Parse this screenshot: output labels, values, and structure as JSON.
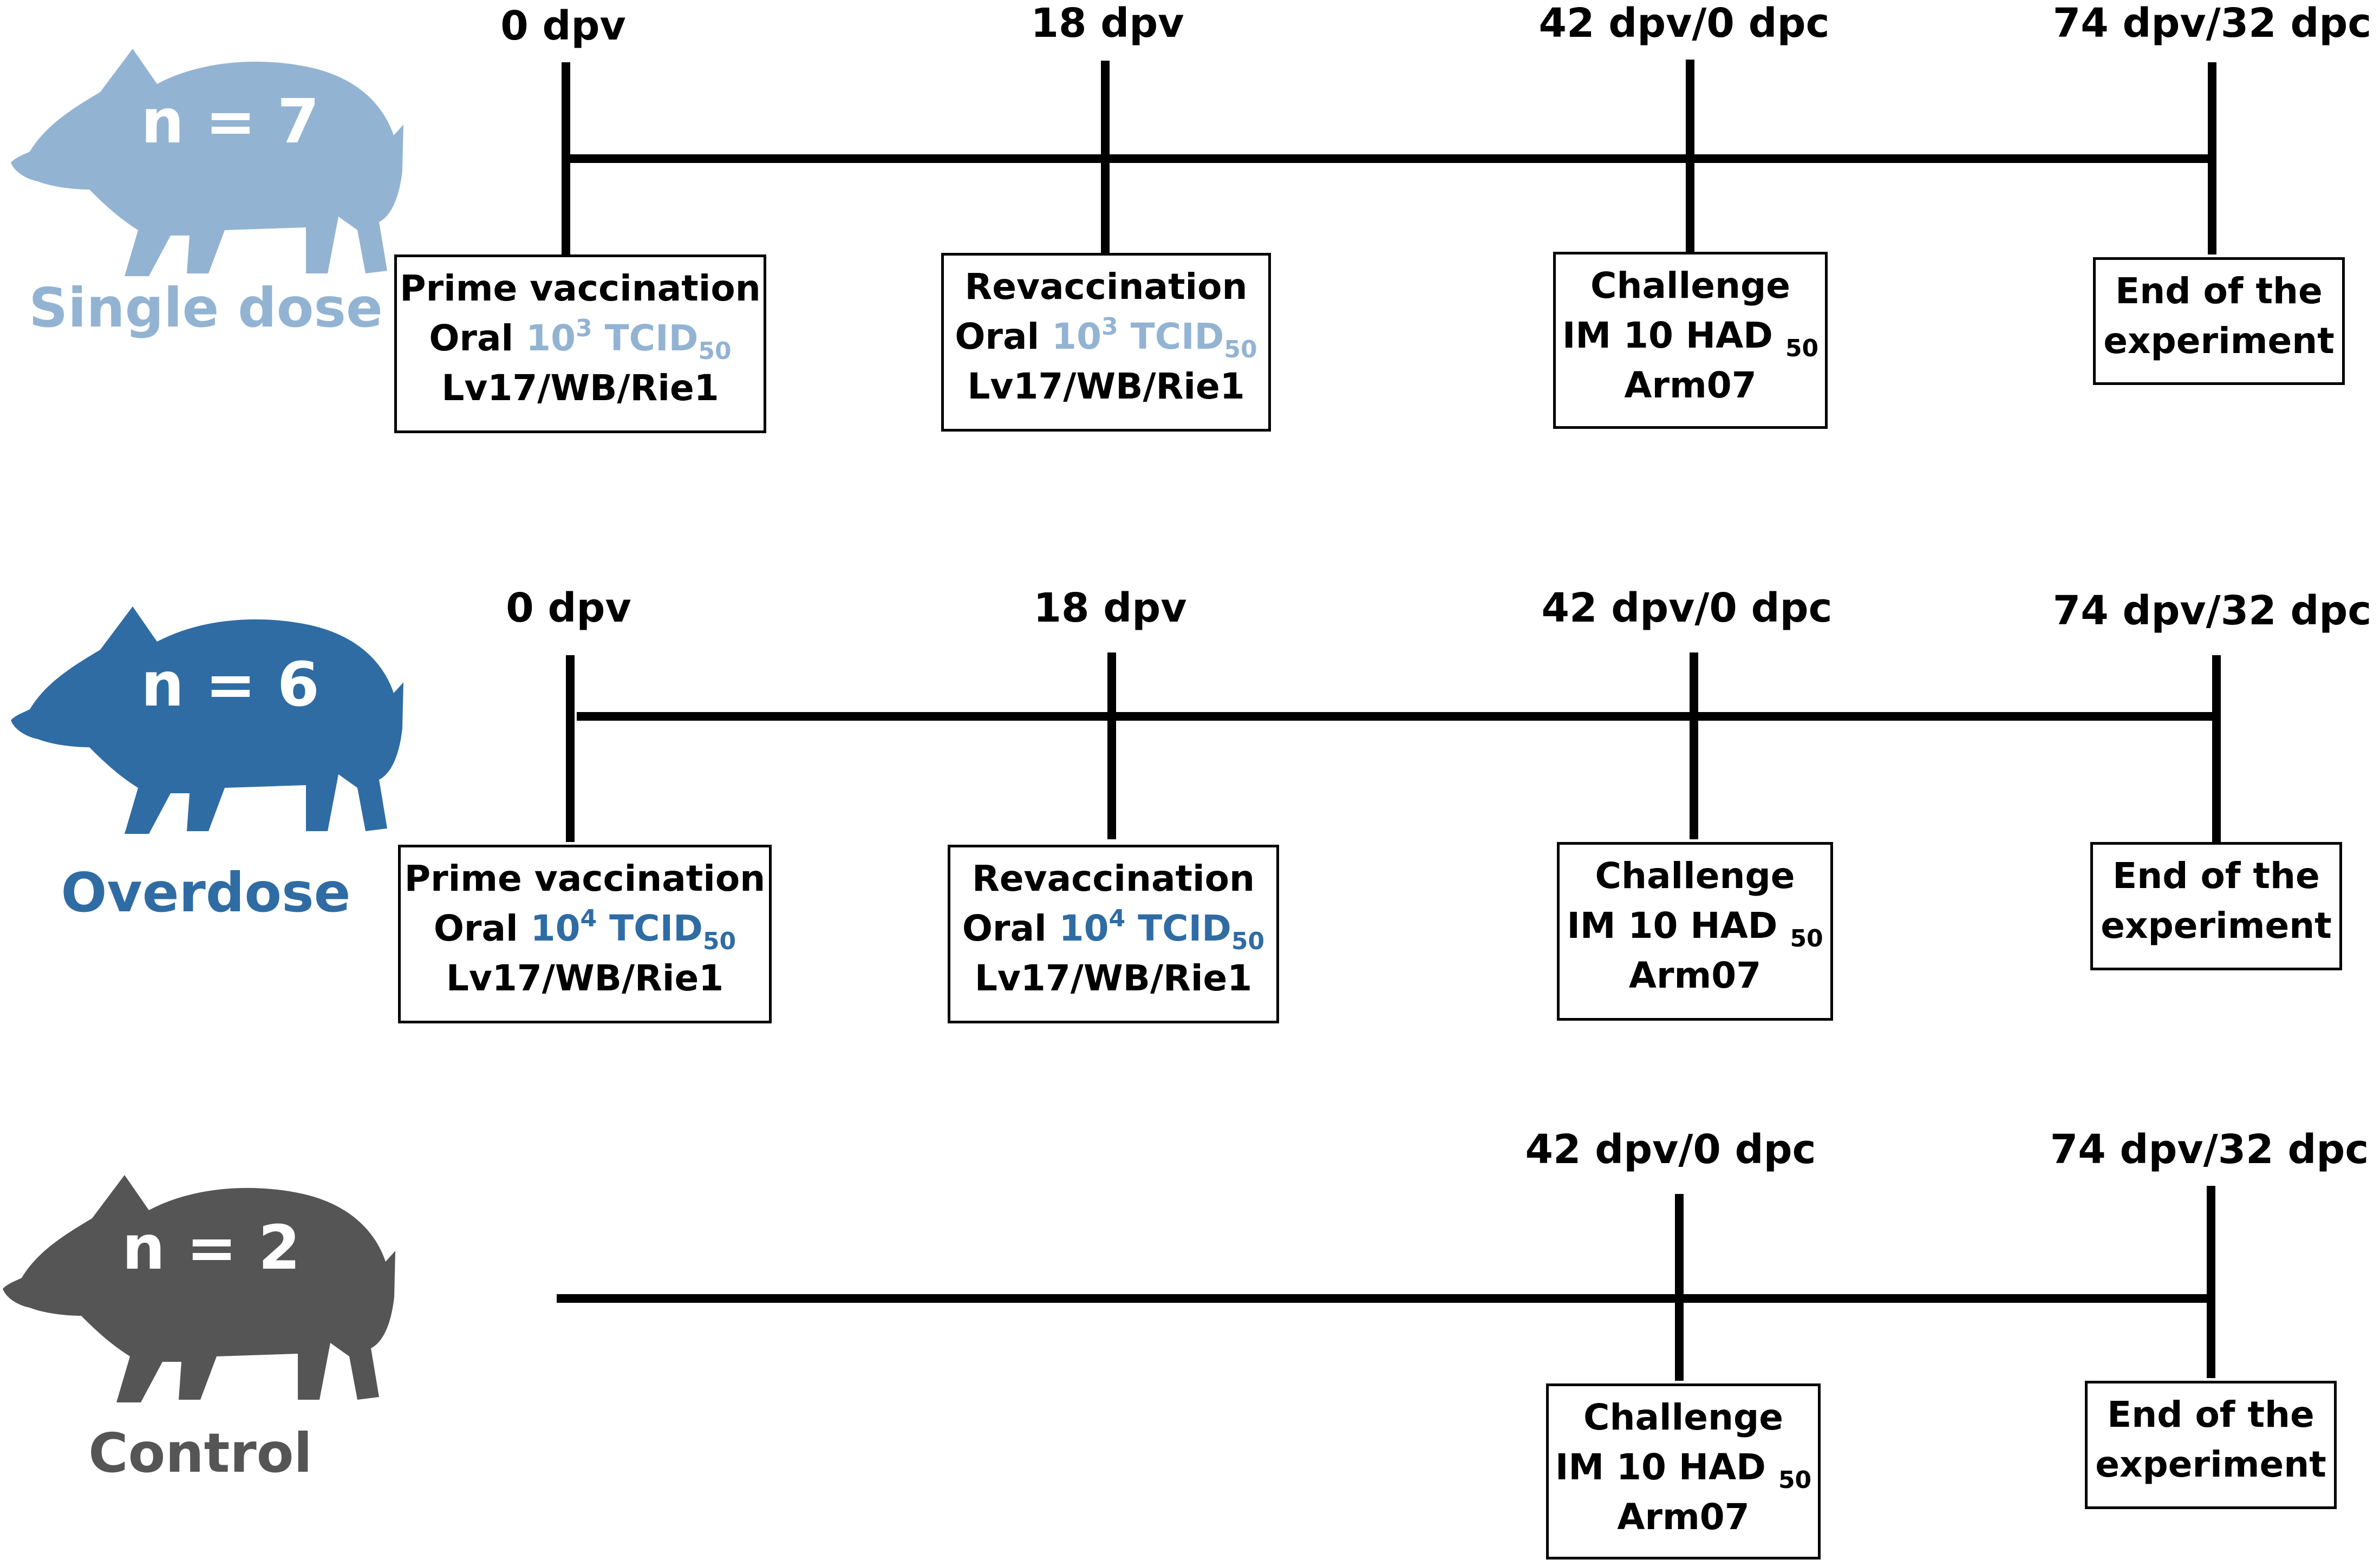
{
  "colors": {
    "single": "#93b3d3",
    "overdose": "#2f6ca4",
    "control": "#555555"
  },
  "groups": [
    {
      "n_label": "n = 7",
      "group_label": "Single dose",
      "color": "#93b3d3",
      "timepoints": [
        "0 dpv",
        "18 dpv",
        "42 dpv/0 dpc",
        "74 dpv/32 dpc"
      ],
      "events": {
        "prime": {
          "line1": "Prime vaccination",
          "oral": "Oral",
          "base": "10",
          "exp": "3",
          "unit": "TCID",
          "unit_sub": "50",
          "strain": "Lv17/WB/Rie1"
        },
        "revacc": {
          "line1": "Revaccination",
          "oral": "Oral",
          "base": "10",
          "exp": "3",
          "unit": "TCID",
          "unit_sub": "50",
          "strain": "Lv17/WB/Rie1"
        },
        "challenge": {
          "line1": "Challenge",
          "dose": "IM 10 HAD",
          "dose_sub": "50",
          "strain": "Arm07"
        },
        "end": {
          "line1": "End of the",
          "line2": "experiment"
        }
      }
    },
    {
      "n_label": "n = 6",
      "group_label": "Overdose",
      "color": "#2f6ca4",
      "timepoints": [
        "0 dpv",
        "18 dpv",
        "42 dpv/0 dpc",
        "74 dpv/32 dpc"
      ],
      "events": {
        "prime": {
          "line1": "Prime vaccination",
          "oral": "Oral",
          "base": "10",
          "exp": "4",
          "unit": "TCID",
          "unit_sub": "50",
          "strain": "Lv17/WB/Rie1"
        },
        "revacc": {
          "line1": "Revaccination",
          "oral": "Oral",
          "base": "10",
          "exp": "4",
          "unit": "TCID",
          "unit_sub": "50",
          "strain": "Lv17/WB/Rie1"
        },
        "challenge": {
          "line1": "Challenge",
          "dose": "IM 10 HAD",
          "dose_sub": "50",
          "strain": "Arm07"
        },
        "end": {
          "line1": "End of the",
          "line2": "experiment"
        }
      }
    },
    {
      "n_label": "n = 2",
      "group_label": "Control",
      "color": "#555555",
      "timepoints": [
        "42 dpv/0 dpc",
        "74 dpv/32 dpc"
      ],
      "events": {
        "challenge": {
          "line1": "Challenge",
          "dose": "IM 10 HAD",
          "dose_sub": "50",
          "strain": "Arm07"
        },
        "end": {
          "line1": "End of the",
          "line2": "experiment"
        }
      }
    }
  ]
}
